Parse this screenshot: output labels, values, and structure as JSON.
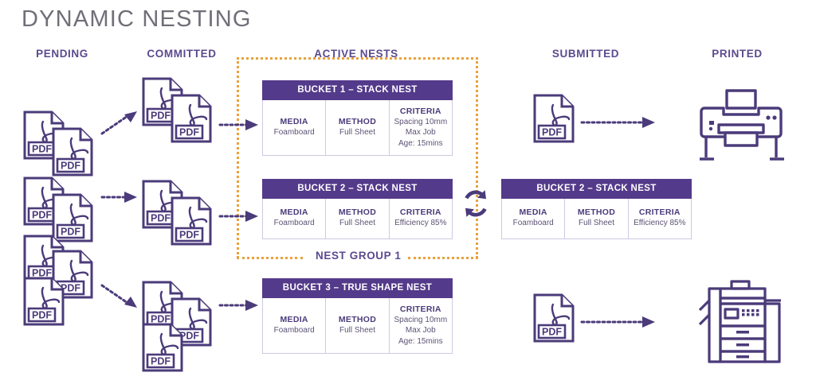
{
  "title": "DYNAMIC NESTING",
  "theme": {
    "purple_dark": "#543a8a",
    "purple": "#4b3b7a",
    "purple_text": "#5b4a8f",
    "orange_dotted": "#e9a13b",
    "grey_title": "#6f6f78",
    "cell_border": "#cfc8e2",
    "background": "#ffffff"
  },
  "columns": [
    {
      "id": "pending",
      "label": "PENDING"
    },
    {
      "id": "committed",
      "label": "COMMITTED"
    },
    {
      "id": "active",
      "label": "ACTIVE NESTS"
    },
    {
      "id": "submitted",
      "label": "SUBMITTED"
    },
    {
      "id": "printed",
      "label": "PRINTED"
    }
  ],
  "nest_group": {
    "label": "NEST GROUP 1"
  },
  "buckets": [
    {
      "id": "bucket-1",
      "title": "BUCKET 1 – STACK NEST",
      "cells": [
        {
          "label": "MEDIA",
          "value": "Foamboard"
        },
        {
          "label": "METHOD",
          "value": "Full Sheet"
        },
        {
          "label": "CRITERIA",
          "value": "Spacing 10mm\nMax Job\nAge: 15mins"
        }
      ]
    },
    {
      "id": "bucket-2",
      "title": "BUCKET 2 – STACK NEST",
      "cells": [
        {
          "label": "MEDIA",
          "value": "Foamboard"
        },
        {
          "label": "METHOD",
          "value": "Full Sheet"
        },
        {
          "label": "CRITERIA",
          "value": "Efficiency 85%"
        }
      ]
    },
    {
      "id": "bucket-3",
      "title": "BUCKET 3 – TRUE SHAPE NEST",
      "cells": [
        {
          "label": "MEDIA",
          "value": "Foamboard"
        },
        {
          "label": "METHOD",
          "value": "Full Sheet"
        },
        {
          "label": "CRITERIA",
          "value": "Spacing 10mm\nMax Job\nAge: 15mins"
        }
      ]
    },
    {
      "id": "bucket-2-submitted",
      "title": "BUCKET 2 – STACK NEST",
      "cells": [
        {
          "label": "MEDIA",
          "value": "Foamboard"
        },
        {
          "label": "METHOD",
          "value": "Full Sheet"
        },
        {
          "label": "CRITERIA",
          "value": "Efficiency 85%"
        }
      ]
    }
  ],
  "documents": {
    "label": "PDF",
    "pending_groups": [
      {
        "count": 2
      },
      {
        "count": 2
      },
      {
        "count": 3
      }
    ],
    "committed_groups": [
      {
        "count": 2
      },
      {
        "count": 2
      },
      {
        "count": 3
      }
    ],
    "submitted_docs": [
      {
        "count": 1
      },
      {
        "count": 1
      }
    ]
  },
  "devices": [
    {
      "id": "flatbed-printer",
      "name": "wide-format-printer"
    },
    {
      "id": "multifunction-copier",
      "name": "multifunction-copier"
    }
  ],
  "icons": {
    "pdf": "pdf-document-icon",
    "arrow": "dotted-arrow-icon",
    "sync": "sync-refresh-icon",
    "printer": "printer-icon",
    "copier": "copier-icon"
  }
}
